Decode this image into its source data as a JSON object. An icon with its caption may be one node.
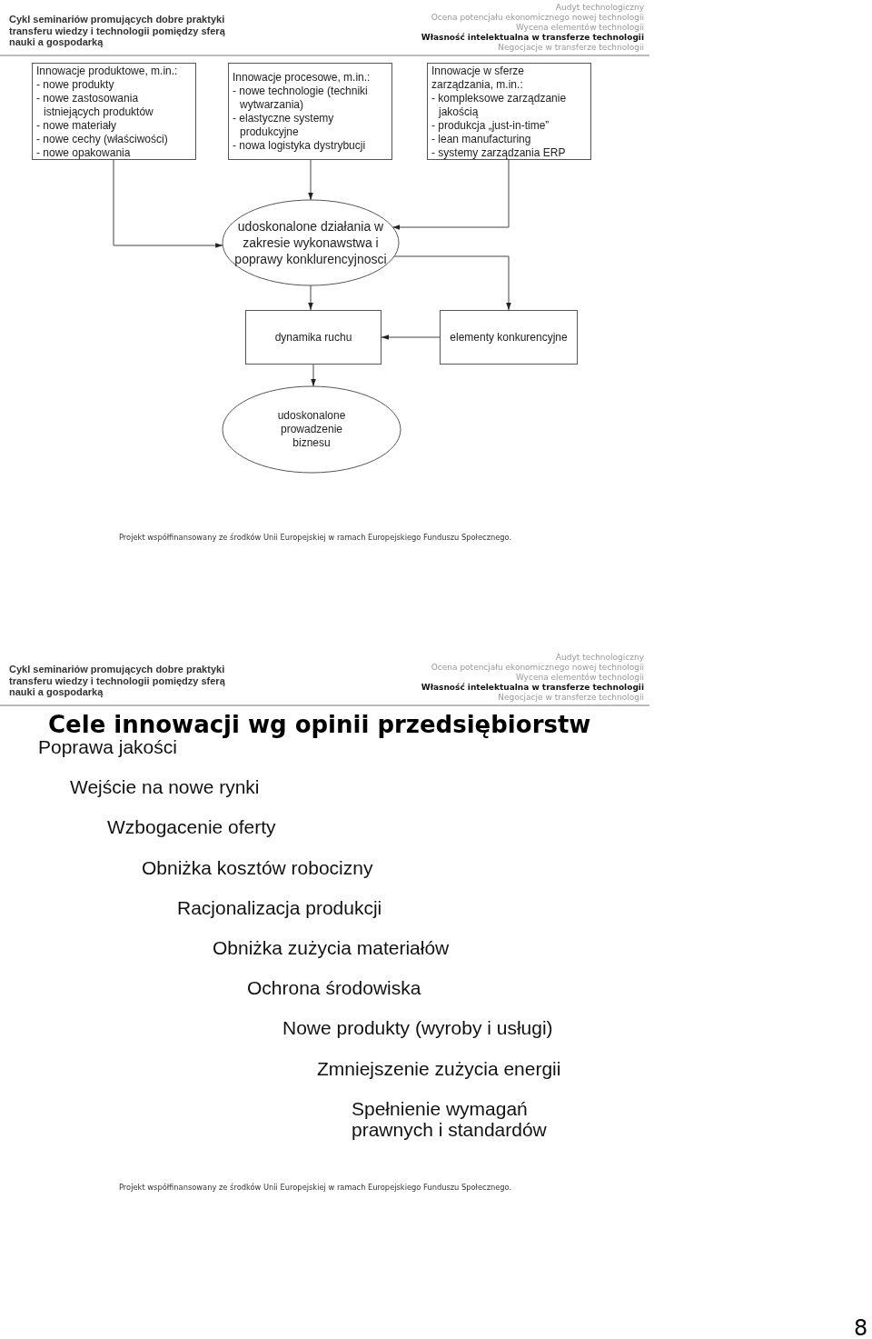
{
  "diagram": {
    "nodes": [
      {
        "text": [
          "Innowacje produktowe, m.in.:",
          "- nowe produkty",
          "- nowe zastosowania istniejących produktów",
          "- nowe materiały",
          "- nowe cechy (właściwości)",
          "- nowe opakowania"
        ]
      },
      {
        "text": [
          "Innowacje procesowe, m.in.:",
          "- nowe technologie (techniki wytwarzania)",
          "- elastyczne systemy produkcyjne",
          "- nowa logistyka dystrybucji"
        ]
      },
      {
        "text": [
          "Innowacje w sferze zarządzania, m.in.:",
          "- kompleksowe zarządzanie jakością",
          "- produkcja „just-in-time”",
          "- lean manufacturing",
          "- systemy zarządzania ERP"
        ]
      },
      {
        "text": [
          "udoskonalone działania w zakresie wykonawstwa i poprawy konklurencyjnosci"
        ]
      },
      {
        "text": [
          "dynamika ruchu"
        ]
      },
      {
        "text": [
          "elementy konkurencyjne"
        ]
      },
      {
        "text": [
          "udoskonalone prowadzenie biznesu"
        ]
      }
    ],
    "edges": [
      {
        "from": 0,
        "to": 3,
        "arrow": "to"
      },
      {
        "from": 1,
        "to": 3,
        "arrow": "to"
      },
      {
        "from": 2,
        "to": 3,
        "arrow": "to"
      },
      {
        "from": 3,
        "to": 5,
        "arrow": "to"
      },
      {
        "from": 3,
        "to": 4,
        "arrow": "to"
      },
      {
        "from": 5,
        "to": 4,
        "arrow": "to"
      },
      {
        "from": 4,
        "to": 6,
        "arrow": "to"
      }
    ],
    "labels": [
      "Cykl seminariów promujących dobre praktyki transferu wiedzy i technologii pomiędzy sferą nauki a gospodarką",
      "Audyt technologiczny",
      "Ocena potencjału ekonomicznego nowej technologii",
      "Wycena elementów technologii",
      "Własność intelektualna w transferze technologii",
      "Negocjacje w transferze technologii",
      "Projekt współfinansowany ze środków Unii Europejskiej w ramach Europejskiego Funduszu Społecznego.",
      "Cykl seminariów promujących dobre praktyki transferu wiedzy i technologii pomiędzy sferą nauki a gospodarką",
      "Audyt technologiczny",
      "Ocena potencjału ekonomicznego nowej technologii",
      "Wycena elementów technologii",
      "Własność intelektualna w transferze technologii",
      "Negocjacje w transferze technologii",
      "Cele innowacji wg opinii przedsiębiorstw",
      "Poprawa jakości",
      "Wejście na nowe rynki",
      "Wzbogacenie oferty",
      "Obniżka kosztów robocizny",
      "Racjonalizacja produkcji",
      "Obniżka zużycia materiałów",
      "Ochrona środowiska",
      "Nowe produkty (wyroby i usługi)",
      "Zmniejszenie zużycia energii",
      "Spełnienie wymagań prawnych i standardów",
      "Projekt współfinansowany ze środków Unii Europejskiej w ramach Europejskiego Funduszu Społecznego.",
      "8"
    ]
  }
}
